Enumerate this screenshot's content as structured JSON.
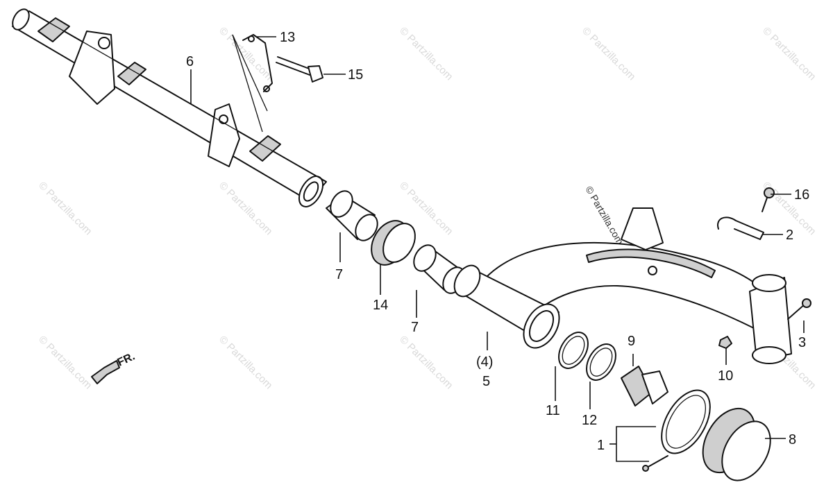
{
  "watermark": "© Partzilla.com",
  "direction": {
    "text": "FR."
  },
  "labels": {
    "p1": "1",
    "p2": "2",
    "p3": "3",
    "p4": "(4)",
    "p5": "5",
    "p6": "6",
    "p7a": "7",
    "p7b": "7",
    "p8": "8",
    "p9": "9",
    "p10": "10",
    "p11": "11",
    "p12": "12",
    "p13": "13",
    "p14": "14",
    "p15": "15",
    "p16": "16"
  }
}
